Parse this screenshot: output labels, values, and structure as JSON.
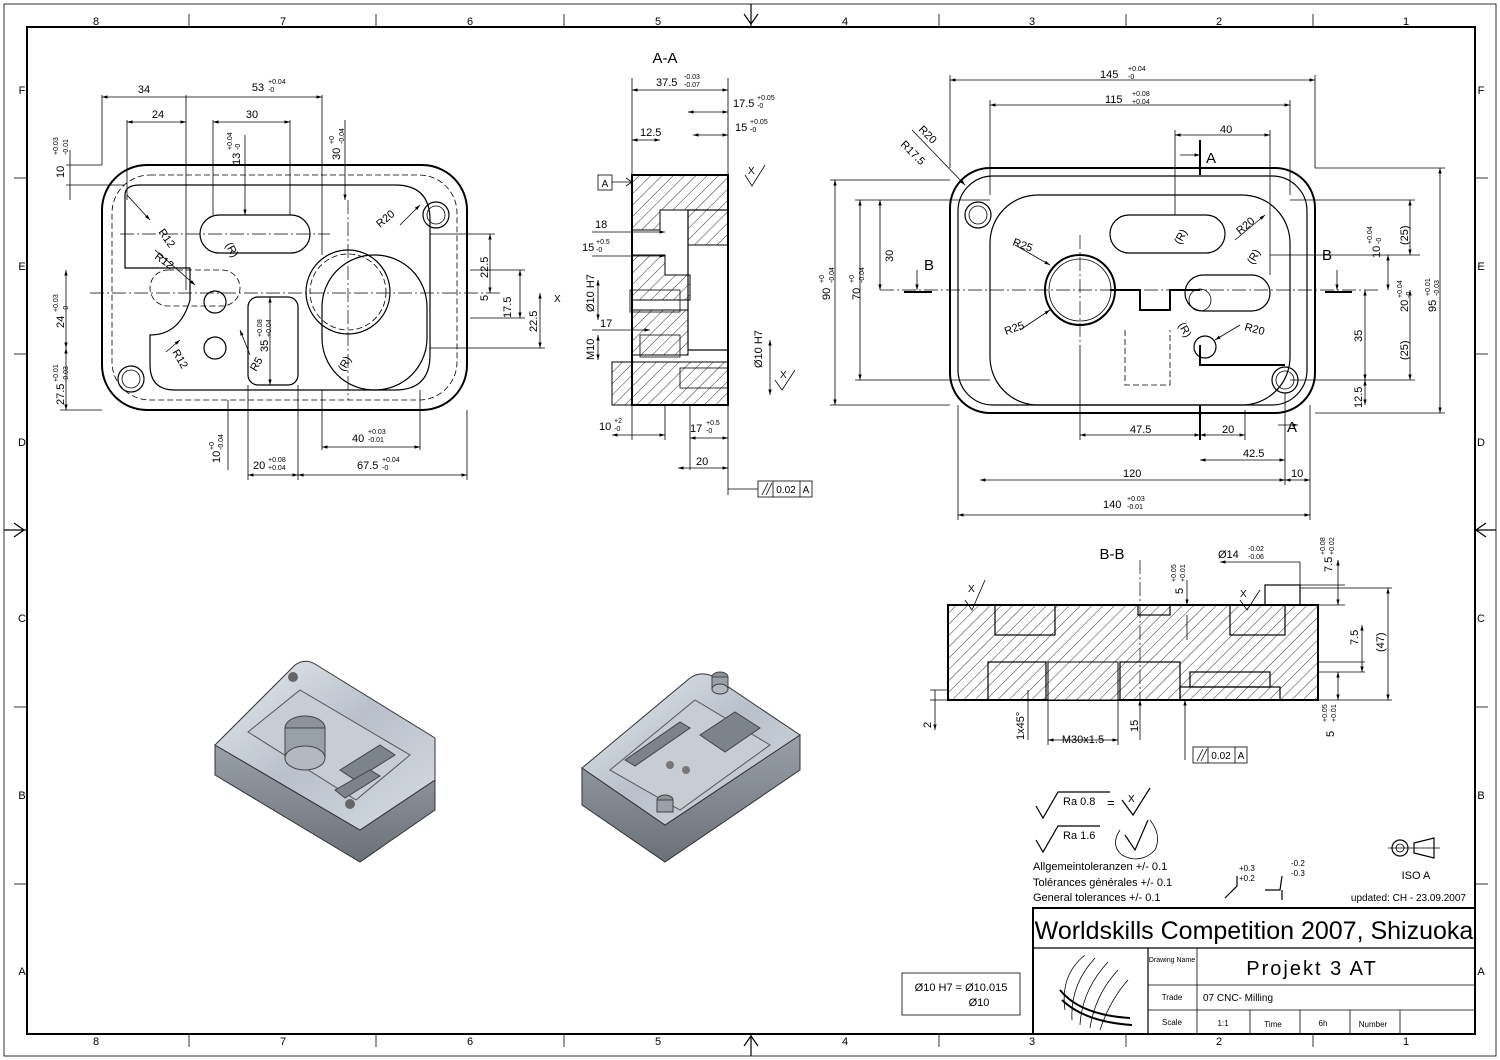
{
  "frame": {
    "columns_top": [
      "8",
      "7",
      "6",
      "5",
      "4",
      "3",
      "2",
      "1"
    ],
    "columns_bottom": [
      "8",
      "7",
      "6",
      "5",
      "4",
      "3",
      "2",
      "1"
    ],
    "rows_left": [
      "F",
      "E",
      "D",
      "C",
      "B",
      "A"
    ],
    "rows_right": [
      "F",
      "E",
      "D",
      "C",
      "B",
      "A"
    ]
  },
  "views": {
    "section_aa": "A-A",
    "section_bb": "B-B",
    "cut_a": "A",
    "cut_b": "B",
    "datum": "A"
  },
  "dims_top_view": {
    "d34": "34",
    "d53": "53",
    "d53_tol_up": "+0.04",
    "d53_tol_lo": "-0",
    "d24": "24",
    "d30": "30",
    "d10": "10",
    "d10_tol_up": "+0.03",
    "d10_tol_lo": "-0.01",
    "d13": "13",
    "d13_tol_up": "+0.04",
    "d13_tol_lo": "-0",
    "d30v": "30",
    "d30v_tol_up": "+0",
    "d30v_tol_lo": "-0.04",
    "r20": "R20",
    "r12a": "R12",
    "r12b": "R12",
    "r12c": "R12",
    "r_a": "(R)",
    "r_b": "(R)",
    "r5": "R5",
    "d35": "35",
    "d35_tol_up": "+0.08",
    "d35_tol_lo": "+0.04",
    "d22_5a": "22.5",
    "d5": "5",
    "d17_5": "17.5",
    "d22_5b": "22.5",
    "d24v": "24",
    "d24v_tol_up": "+0.03",
    "d24v_tol_lo": "-0",
    "d27_5": "27.5",
    "d27_5_tol_up": "+0.01",
    "d27_5_tol_lo": "-0.03",
    "d40": "40",
    "d40_tol_up": "+0.03",
    "d40_tol_lo": "-0.01",
    "d10b": "10",
    "d10b_tol_up": "+0",
    "d10b_tol_lo": "-0.04",
    "d20": "20",
    "d20_tol_up": "+0.08",
    "d20_tol_lo": "+0.04",
    "d67_5": "67.5",
    "d67_5_tol_up": "+0.04",
    "d67_5_tol_lo": "-0"
  },
  "dims_aa": {
    "d37_5": "37.5",
    "d37_5_tol_up": "-0.03",
    "d37_5_tol_lo": "-0.07",
    "d17_5": "17.5",
    "d17_5_tol_up": "+0.05",
    "d17_5_tol_lo": "-0",
    "d12_5": "12.5",
    "d15": "15",
    "d15_tol_up": "+0.05",
    "d15_tol_lo": "-0",
    "d18": "18",
    "d15b": "15",
    "d15b_tol_up": "+0.5",
    "d15b_tol_lo": "-0",
    "d10h7a": "Ø10 H7",
    "d17": "17",
    "m10": "M10",
    "d10h7b": "Ø10 H7",
    "d10": "10",
    "d10_tol_up": "+2",
    "d10_tol_lo": "-0",
    "d17b": "17",
    "d17b_tol_up": "+0.5",
    "d17b_tol_lo": "-0",
    "d20": "20",
    "tol_frame": "0.02",
    "surface_x": "X"
  },
  "dims_right_view": {
    "d145": "145",
    "d145_tol_up": "+0.04",
    "d145_tol_lo": "-0",
    "d115": "115",
    "d115_tol_up": "+0.08",
    "d115_tol_lo": "+0.04",
    "r20": "R20",
    "r17_5": "R17.5",
    "d40": "40",
    "r20b": "R20",
    "r_a": "(R)",
    "r_b": "(R)",
    "r_c": "(R)",
    "r25a": "R25",
    "r25b": "R25",
    "r20c": "R20",
    "d30": "30",
    "d90": "90",
    "d90_tol_up": "+0",
    "d90_tol_lo": "-0.04",
    "d70": "70",
    "d70_tol_up": "+0",
    "d70_tol_lo": "-0.04",
    "d10": "10",
    "d10_tol_up": "+0.04",
    "d10_tol_lo": "-0",
    "d25a": "(25)",
    "d20": "20",
    "d20_tol_up": "+0.04",
    "d20_tol_lo": "-0",
    "d95": "95",
    "d95_tol_up": "+0.01",
    "d95_tol_lo": "-0.03",
    "d35": "35",
    "d25b": "(25)",
    "d12_5": "12.5",
    "d47_5": "47.5",
    "d20b": "20",
    "d42_5": "42.5",
    "d120": "120",
    "d10b": "10",
    "d140": "140",
    "d140_tol_up": "+0.03",
    "d140_tol_lo": "-0.01"
  },
  "dims_bb": {
    "d14": "Ø14",
    "d14_tol_up": "-0.02",
    "d14_tol_lo": "-0.06",
    "d7_5": "7.5",
    "d7_5_tol_up": "+0.08",
    "d7_5_tol_lo": "+0.02",
    "d5": "5",
    "d5_tol_up": "+0.05",
    "d5_tol_lo": "+0.01",
    "d7_5b": "7.5",
    "d47": "(47)",
    "d2": "2",
    "chamfer": "1x45°",
    "m30": "M30x1.5",
    "d15": "15",
    "d5b": "5",
    "d5b_tol_up": "+0.05",
    "d5b_tol_lo": "+0.01",
    "tol_frame": "0.02",
    "datum": "A"
  },
  "surface": {
    "ra08": "Ra 0.8",
    "ra16": "Ra 1.6",
    "equals": "="
  },
  "tolerances": {
    "line1": "Allgemeintoleranzen +/- 0.1",
    "line2": "Tolérances générales +/- 0.1",
    "line3": "General tolerances +/- 0.1",
    "sym1_up": "+0.3",
    "sym1_lo": "+0.2",
    "sym2_up": "-0.2",
    "sym2_lo": "-0.3"
  },
  "projection": {
    "label": "ISO A",
    "updated": "updated: CH - 23.09.2007"
  },
  "fit_note": {
    "line1": "Ø10 H7 = Ø10.015",
    "line2": "Ø10"
  },
  "title_block": {
    "title": "Worldskills Competition 2007, Shizuoka",
    "drawing_name_label": "Drawing Name",
    "drawing_name": "Projekt 3 AT",
    "trade_label": "Trade",
    "trade": "07 CNC- Milling",
    "scale_label": "Scale",
    "scale": "1:1",
    "time_label": "Time",
    "time": "6h",
    "number_label": "Number"
  }
}
